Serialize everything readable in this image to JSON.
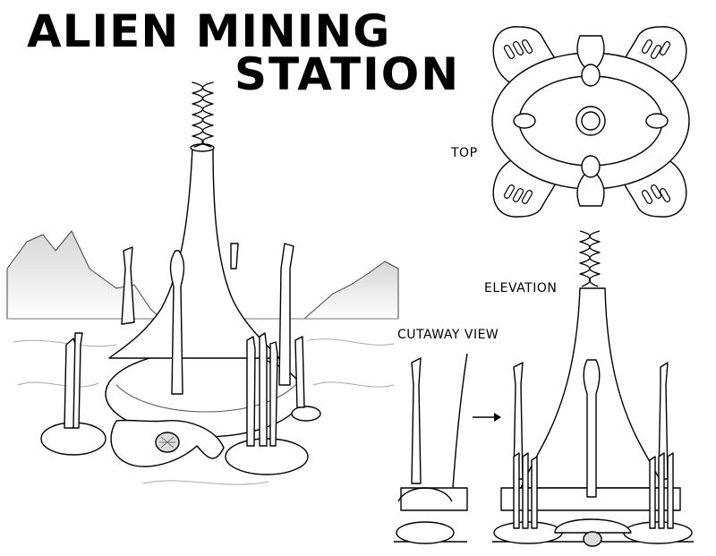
{
  "title": {
    "line1": "ALIEN MINING",
    "line2": "STATION"
  },
  "labels": {
    "top": "TOP",
    "elevation": "ELEVATION",
    "cutaway": "CUTAWAY VIEW"
  },
  "colors": {
    "ink": "#000000",
    "paper": "#ffffff",
    "shade": "#c8c8c8"
  }
}
